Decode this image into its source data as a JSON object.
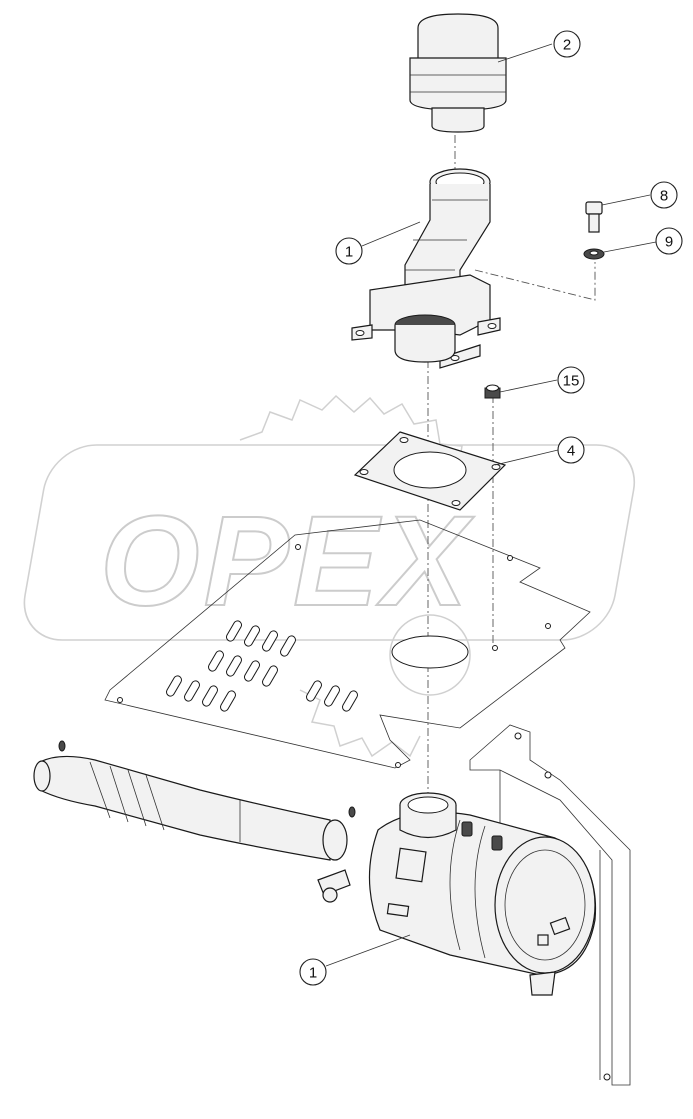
{
  "diagram": {
    "watermark": "OPEX",
    "callouts": [
      {
        "id": "c2",
        "label": "2"
      },
      {
        "id": "c1a",
        "label": "1"
      },
      {
        "id": "c8",
        "label": "8"
      },
      {
        "id": "c9",
        "label": "9"
      },
      {
        "id": "c15",
        "label": "15"
      },
      {
        "id": "c4",
        "label": "4"
      },
      {
        "id": "c1b",
        "label": "1"
      }
    ]
  }
}
